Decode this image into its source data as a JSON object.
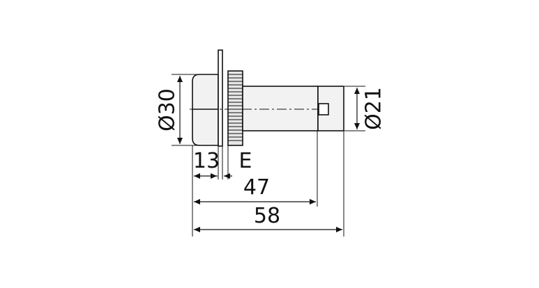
{
  "dimensions": {
    "flange_diameter": "Ø30",
    "body_diameter": "Ø21",
    "flange_width": "13",
    "panel_thickness": "E",
    "length_to_housing": "47",
    "overall_length": "58"
  },
  "colors": {
    "line": "#111111",
    "fill_light": "#f2f2f2",
    "fill_mid": "#e6e6e6",
    "background": "#ffffff"
  }
}
